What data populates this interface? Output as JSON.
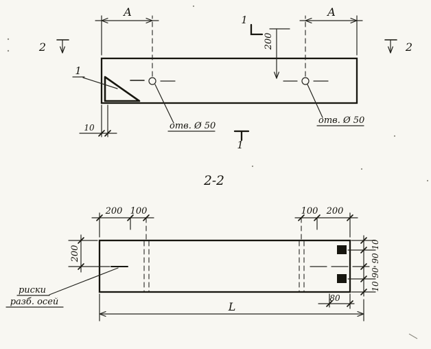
{
  "colors": {
    "ink": "#17160f",
    "paper": "#f8f7f2"
  },
  "drawing": {
    "plan": {
      "dim_a_left": "А",
      "dim_a_right": "А",
      "sec1_top": "1",
      "sec1_bottom": "1",
      "sec2_left": "2",
      "sec2_right": "2",
      "detail_ref": "1",
      "dim_200": "200",
      "dim_10": "10",
      "hole_left": "отв. Ø 50",
      "hole_right": "отв. Ø 50"
    },
    "section": {
      "title": "2-2",
      "top_left_200": "200",
      "top_left_100": "100",
      "top_right_100": "100",
      "top_right_200": "200",
      "left_200": "200",
      "right_10_top": "10",
      "right_90_top": "90",
      "right_90_bottom": "90",
      "right_10_bottom": "10",
      "bottom_80": "80",
      "length": "L",
      "axes_note_line1": "риски",
      "axes_note_line2": "разб. осей"
    }
  }
}
